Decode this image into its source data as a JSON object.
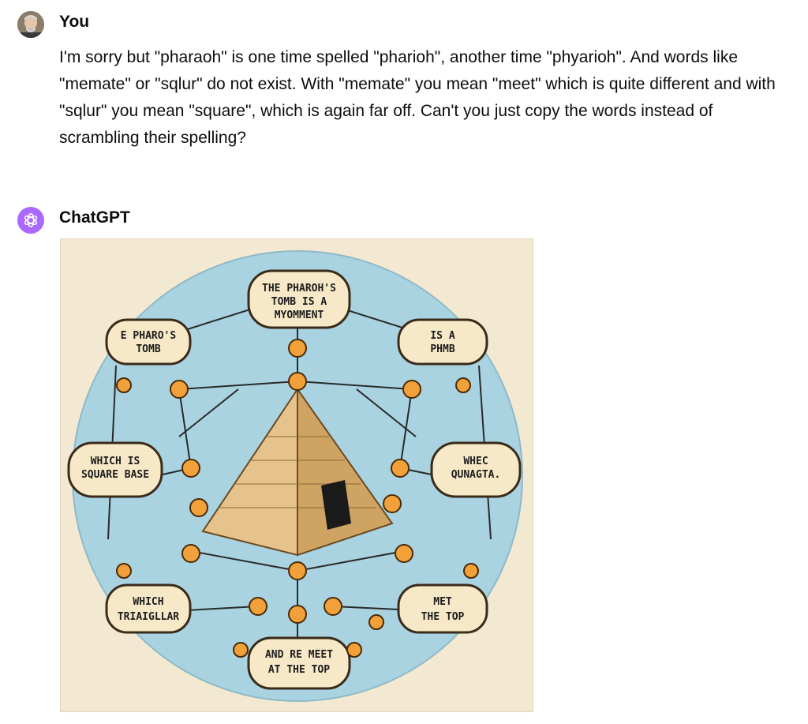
{
  "user": {
    "name": "You",
    "message": "I'm sorry but \"pharaoh\" is one time spelled \"pharioh\", another time \"phyarioh\". And words like \"memate\" or \"sqlur\" do not exist. With \"memate\" you mean \"meet\" which is quite different and with \"sqlur\" you mean \"square\", which is again far off. Can't you just copy the words instead of scrambling their spelling?"
  },
  "assistant": {
    "name": "ChatGPT",
    "image": {
      "icon": "pyramid-diagram-illustration",
      "colors": {
        "parchment": "#f3e9d3",
        "circle": "#a9d3e0",
        "node": "#f2a13a",
        "stone": "#e6c38a"
      },
      "labels": {
        "top": [
          "THE PHAROH'S",
          "TOMB IS A",
          "MYOMMENT"
        ],
        "upper_left": [
          "E PHARO'S",
          "TOMB"
        ],
        "upper_right": [
          "IS A",
          "PHMB"
        ],
        "mid_left": [
          "WHICH IS",
          "SQUARE BASE"
        ],
        "mid_right": [
          "WHEC",
          "QUNAGTA."
        ],
        "lower_left": [
          "WHICH",
          "TRIAIGLLAR"
        ],
        "lower_right": [
          "MET",
          "THE TOP"
        ],
        "bottom": [
          "AND RE MEET",
          "AT THE TOP"
        ]
      }
    }
  }
}
